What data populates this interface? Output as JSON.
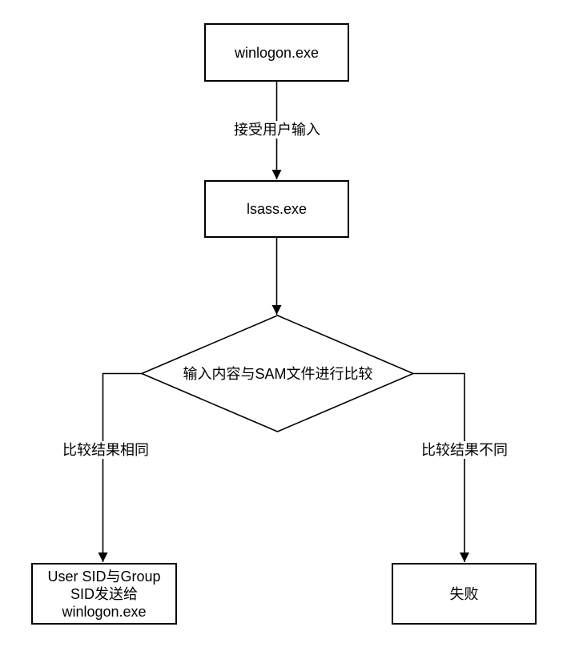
{
  "nodes": {
    "winlogon": {
      "label": "winlogon.exe"
    },
    "lsass": {
      "label": "lsass.exe"
    },
    "decision": {
      "label": "输入内容与SAM文件进行比较"
    },
    "success": {
      "lines": [
        "User SID与Group",
        "SID发送给",
        "winlogon.exe"
      ]
    },
    "fail": {
      "label": "失败"
    }
  },
  "edge_labels": {
    "input": "接受用户输入",
    "same": "比较结果相同",
    "diff": "比较结果不同"
  },
  "colors": {
    "stroke": "#000000",
    "fill": "#ffffff"
  }
}
